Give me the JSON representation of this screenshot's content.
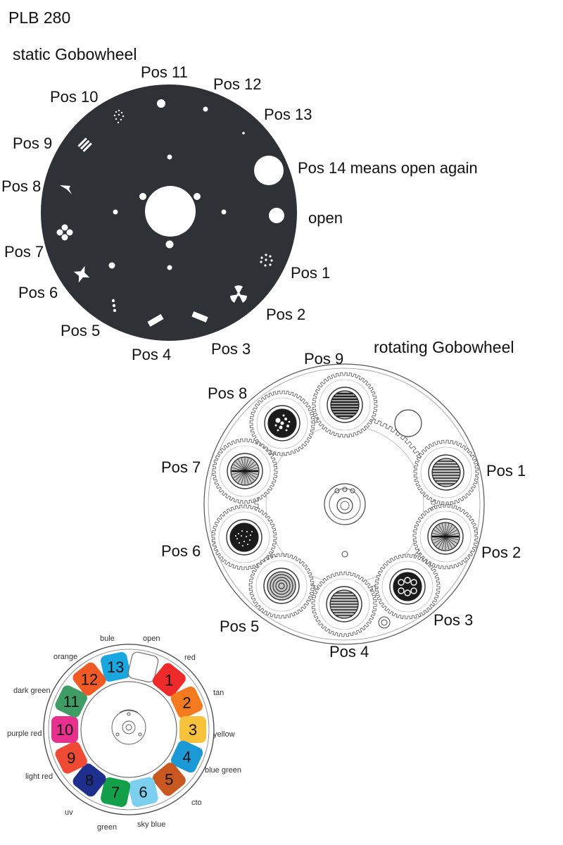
{
  "title": "PLB 280",
  "static_wheel": {
    "heading": "static Gobowheel",
    "positions": [
      {
        "label": "Pos 11"
      },
      {
        "label": "Pos 12"
      },
      {
        "label": "Pos 13"
      },
      {
        "label": "Pos 14 means open again"
      },
      {
        "label": "open"
      },
      {
        "label": "Pos 1"
      },
      {
        "label": "Pos 2"
      },
      {
        "label": "Pos 3"
      },
      {
        "label": "Pos 4"
      },
      {
        "label": "Pos 5"
      },
      {
        "label": "Pos 6"
      },
      {
        "label": "Pos 7"
      },
      {
        "label": "Pos 8"
      },
      {
        "label": "Pos 9"
      },
      {
        "label": "Pos 10"
      }
    ],
    "wheel_color": "#2e3136"
  },
  "rotating_wheel": {
    "heading": "rotating Gobowheel",
    "positions": [
      {
        "label": "Pos 9"
      },
      {
        "label": "Pos 8"
      },
      {
        "label": "Pos 7"
      },
      {
        "label": "Pos 1"
      },
      {
        "label": "Pos 6"
      },
      {
        "label": "Pos 2"
      },
      {
        "label": "Pos 5"
      },
      {
        "label": "Pos 3"
      },
      {
        "label": "Pos 4"
      }
    ]
  },
  "color_wheel": {
    "slots": [
      {
        "number": "13",
        "name": "bule",
        "color": "#1aa7e0"
      },
      {
        "number": "",
        "name": "open",
        "color": "#ffffff"
      },
      {
        "number": "1",
        "name": "red",
        "color": "#ee2a2a"
      },
      {
        "number": "2",
        "name": "tan",
        "color": "#f47a20"
      },
      {
        "number": "3",
        "name": "yellow",
        "color": "#f8c23a"
      },
      {
        "number": "4",
        "name": "blue green",
        "color": "#1a99d6"
      },
      {
        "number": "5",
        "name": "cto",
        "color": "#c8581f"
      },
      {
        "number": "6",
        "name": "sky blue",
        "color": "#7ccfee"
      },
      {
        "number": "7",
        "name": "green",
        "color": "#14a04a"
      },
      {
        "number": "8",
        "name": "uv",
        "color": "#1e2f8e"
      },
      {
        "number": "9",
        "name": "light red",
        "color": "#ef4a34"
      },
      {
        "number": "10",
        "name": "purple red",
        "color": "#e8318f"
      },
      {
        "number": "11",
        "name": "dark green",
        "color": "#3e9c64"
      },
      {
        "number": "12",
        "name": "orange",
        "color": "#f15a24"
      }
    ]
  }
}
